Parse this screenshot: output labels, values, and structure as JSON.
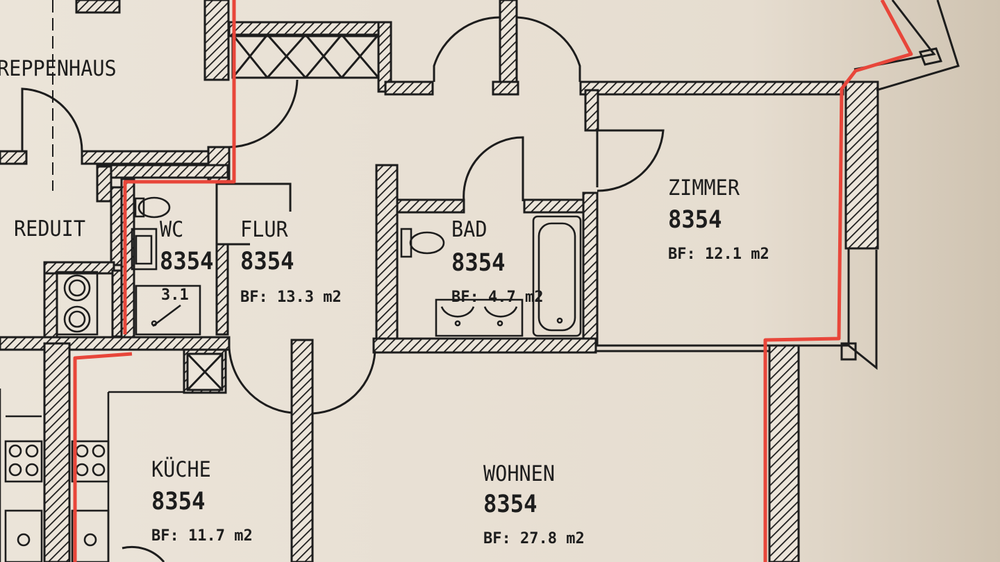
{
  "rooms": {
    "treppenhaus": {
      "name": "REPPENHAUS"
    },
    "reduit": {
      "name": "REDUIT"
    },
    "wc": {
      "name": "WC",
      "number": "8354",
      "area": "3.1"
    },
    "flur": {
      "name": "FLUR",
      "number": "8354",
      "area": "BF: 13.3 m2"
    },
    "bad": {
      "name": "BAD",
      "number": "8354",
      "area": "BF: 4.7 m2"
    },
    "zimmer": {
      "name": "ZIMMER",
      "number": "8354",
      "area": "BF: 12.1 m2"
    },
    "kueche": {
      "name": "KÜCHE",
      "number": "8354",
      "area": "BF: 11.7 m2"
    },
    "wohnen": {
      "name": "WOHNEN",
      "number": "8354",
      "area": "BF: 27.8 m2"
    }
  },
  "colors": {
    "paper": "#e9e1d6",
    "ink": "#1d1d1d",
    "marker": "#e8463a"
  }
}
